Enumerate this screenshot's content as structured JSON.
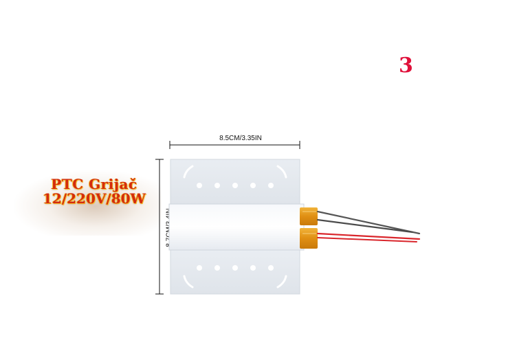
{
  "corner_number": "3",
  "title": {
    "line1": "PTC Grijač",
    "line2": "12/220V/80W"
  },
  "dimensions": {
    "width_label": "8.5CM/3.35IN",
    "height_label": "8.7CM/3.4IN"
  },
  "colors": {
    "accent_number": "#e0103a",
    "title_text": "#d32b0f",
    "title_outline": "#f7c12a",
    "heater_body": "#eef1f5",
    "kapton_tape": "#e79a1c",
    "wire_gray": "#555555",
    "wire_red": "#d9252b"
  }
}
